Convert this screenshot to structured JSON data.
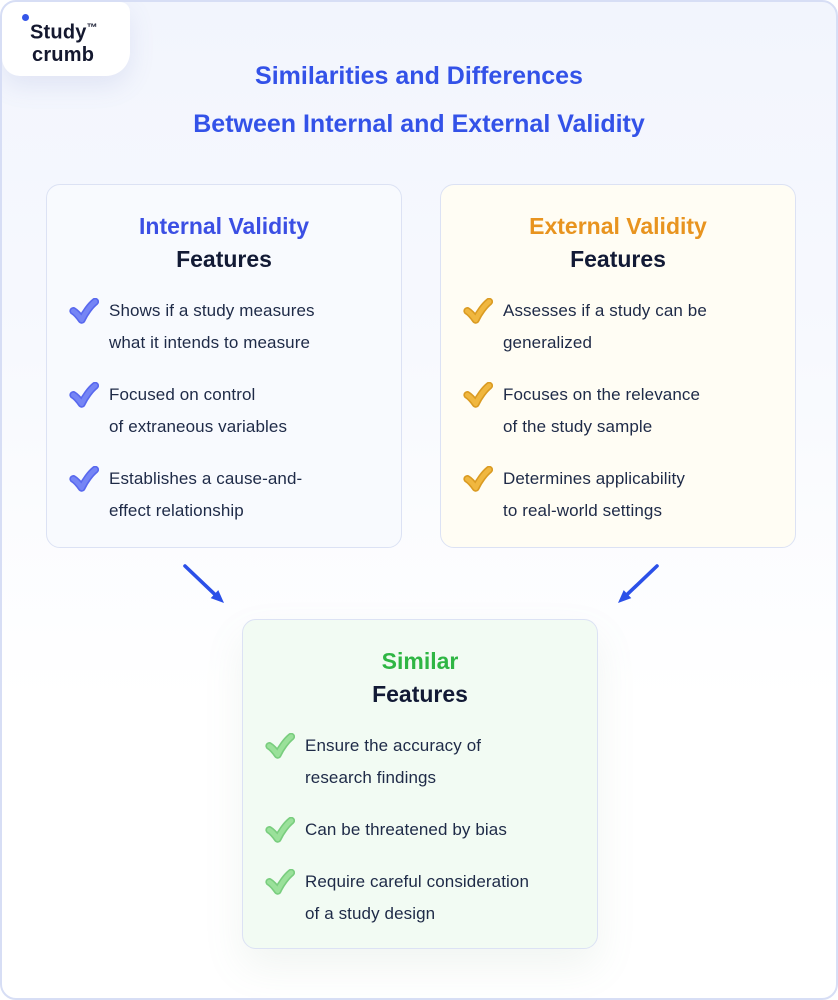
{
  "logo": {
    "word1": "Study",
    "tm": "™",
    "word2": "crumb"
  },
  "title": {
    "line1": "Similarities and Differences",
    "line2": "Between Internal and External Validity"
  },
  "colors": {
    "title_blue": "#3352E8",
    "frame_border": "#D7DEF5",
    "internal_heading": "#3B4FE4",
    "external_heading": "#E8941F",
    "similar_heading": "#2FB644",
    "body_text": "#1E2A47",
    "check_blue": "#7585F5",
    "check_orange": "#F0B73F",
    "check_green": "#9AE19A",
    "card_internal_bg": "#F8FAFE",
    "card_external_bg": "#FFFDF4",
    "card_similar_bg": "#F2FBF3",
    "arrow_blue": "#2B50E8"
  },
  "cards": {
    "internal": {
      "heading": "Internal Validity",
      "subheading": "Features",
      "check_icon": "blue-check-icon",
      "items": [
        {
          "lines": [
            "Shows if a study measures",
            "what it intends to measure"
          ]
        },
        {
          "lines": [
            "Focused on control",
            "of extraneous variables"
          ]
        },
        {
          "lines": [
            "Establishes a cause-and-",
            "effect relationship"
          ]
        }
      ]
    },
    "external": {
      "heading": "External Validity",
      "subheading": "Features",
      "check_icon": "orange-check-icon",
      "items": [
        {
          "lines": [
            "Assesses if a study can be",
            "generalized"
          ]
        },
        {
          "lines": [
            "Focuses on the relevance",
            "of the study sample"
          ]
        },
        {
          "lines": [
            "Determines applicability",
            "to real-world settings"
          ]
        }
      ]
    },
    "similar": {
      "heading": "Similar",
      "subheading": "Features",
      "check_icon": "green-check-icon",
      "items": [
        {
          "lines": [
            "Ensure the accuracy of",
            "research findings"
          ]
        },
        {
          "lines": [
            "Can be threatened by bias"
          ]
        },
        {
          "lines": [
            "Require careful consideration",
            "of a study design"
          ]
        }
      ]
    }
  }
}
